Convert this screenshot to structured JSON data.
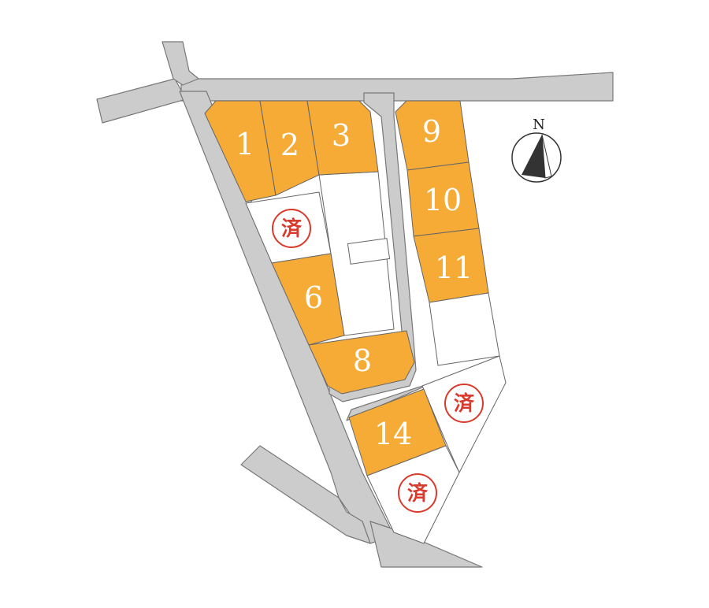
{
  "colors": {
    "available": "#f5ab35",
    "sold_lot": "#ffffff",
    "road": "#cccccc",
    "sold_mark": "#d93a2b"
  },
  "compass": {
    "label": "N",
    "icon": "north-arrow-icon"
  },
  "lots": [
    {
      "id": "lot-1",
      "label": "1",
      "status": "available"
    },
    {
      "id": "lot-2",
      "label": "2",
      "status": "available"
    },
    {
      "id": "lot-3",
      "label": "3",
      "status": "available"
    },
    {
      "id": "lot-9",
      "label": "9",
      "status": "available"
    },
    {
      "id": "lot-10",
      "label": "10",
      "status": "available"
    },
    {
      "id": "lot-11",
      "label": "11",
      "status": "available"
    },
    {
      "id": "lot-6",
      "label": "6",
      "status": "available"
    },
    {
      "id": "lot-8",
      "label": "8",
      "status": "available"
    },
    {
      "id": "lot-14",
      "label": "14",
      "status": "available"
    }
  ],
  "sold_mark_text": "済",
  "sold_lots_count": 3
}
